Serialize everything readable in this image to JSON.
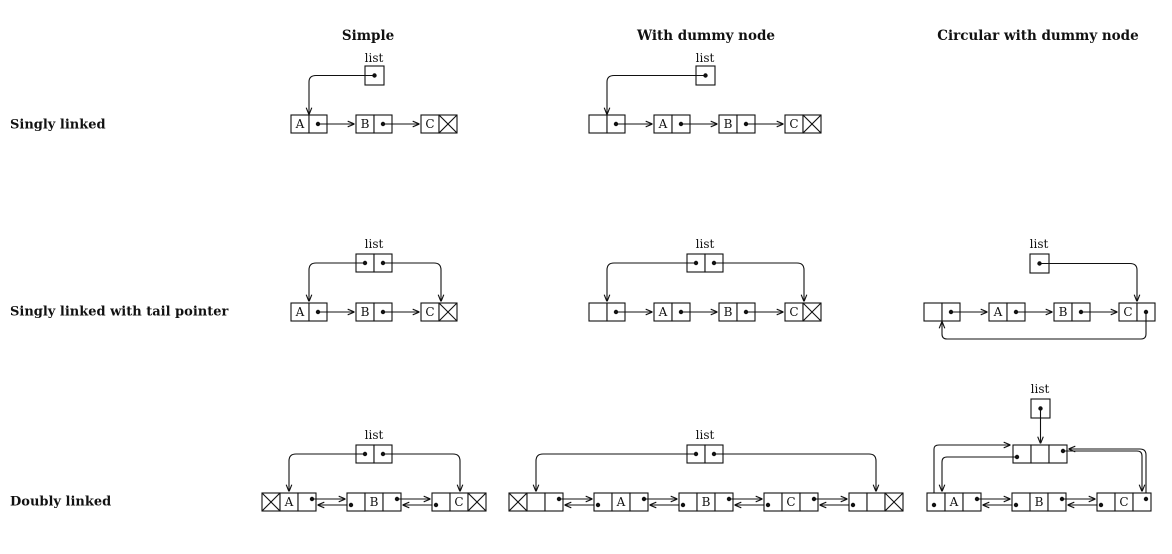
{
  "columns": [
    {
      "key": "simple",
      "label": "Simple"
    },
    {
      "key": "dummy",
      "label": "With dummy node"
    },
    {
      "key": "circular",
      "label": "Circular with dummy node"
    }
  ],
  "rows": [
    {
      "key": "singly",
      "label": "Singly linked"
    },
    {
      "key": "tail",
      "label": "Singly linked with tail pointer"
    },
    {
      "key": "doubly",
      "label": "Doubly linked"
    }
  ],
  "list_label": "list",
  "node_values": [
    "A",
    "B",
    "C"
  ]
}
